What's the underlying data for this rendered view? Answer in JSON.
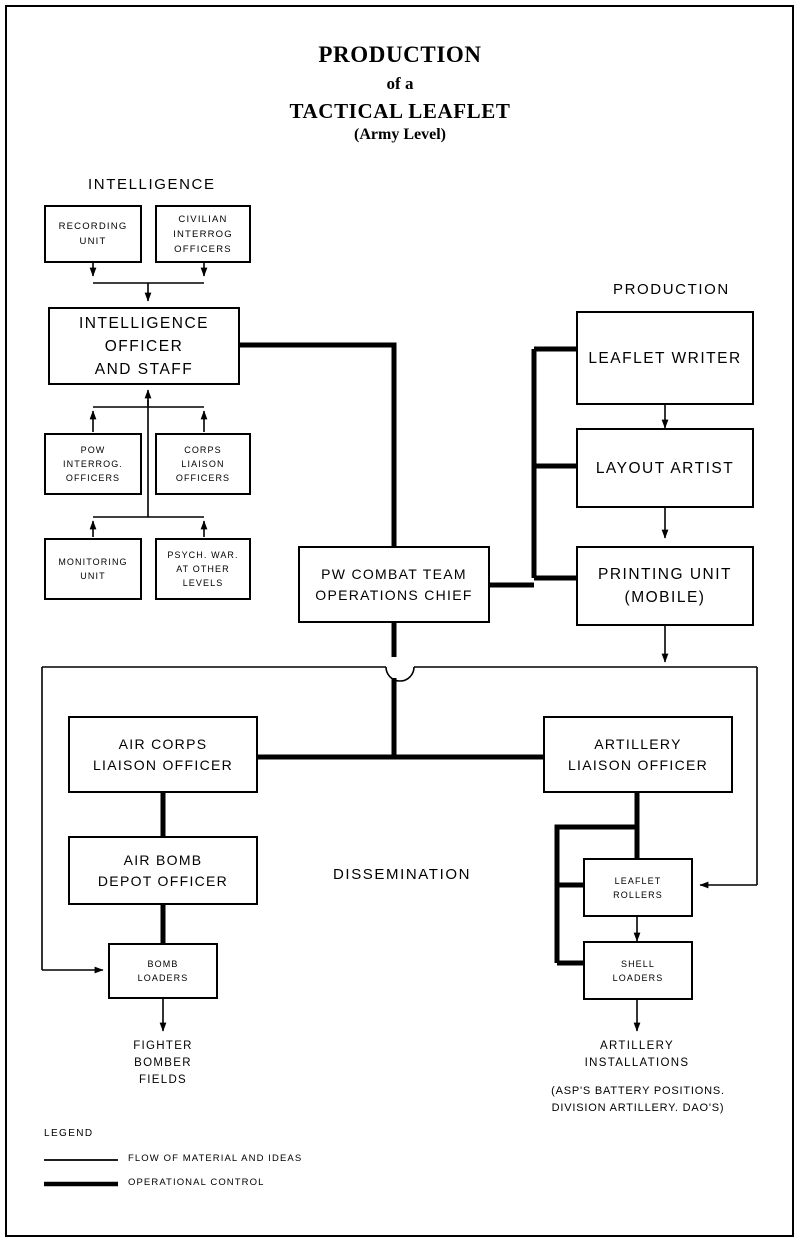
{
  "title": {
    "line1": "PRODUCTION",
    "line2": "of a",
    "line3": "TACTICAL LEAFLET",
    "line4": "(Army Level)"
  },
  "sections": {
    "intelligence": "INTELLIGENCE",
    "production": "PRODUCTION",
    "dissemination": "DISSEMINATION"
  },
  "nodes": {
    "recording_unit": {
      "l1": "RECORDING",
      "l2": "UNIT"
    },
    "civilian_interrog": {
      "l1": "CIVILIAN",
      "l2": "INTERROG",
      "l3": "OFFICERS"
    },
    "intel_officer": {
      "l1": "INTELLIGENCE",
      "l2": "OFFICER",
      "l3": "AND STAFF"
    },
    "pow_interrog": {
      "l1": "POW",
      "l2": "INTERROG.",
      "l3": "OFFICERS"
    },
    "corps_liaison": {
      "l1": "CORPS",
      "l2": "LIAISON",
      "l3": "OFFICERS"
    },
    "monitoring_unit": {
      "l1": "MONITORING",
      "l2": "UNIT"
    },
    "psych_war": {
      "l1": "PSYCH. WAR.",
      "l2": "AT OTHER",
      "l3": "LEVELS"
    },
    "leaflet_writer": {
      "l1": "LEAFLET WRITER"
    },
    "layout_artist": {
      "l1": "LAYOUT ARTIST"
    },
    "printing_unit": {
      "l1": "PRINTING UNIT",
      "l2": "(MOBILE)"
    },
    "pw_combat_team": {
      "l1": "PW COMBAT TEAM",
      "l2": "OPERATIONS CHIEF"
    },
    "air_corps_liaison": {
      "l1": "AIR CORPS",
      "l2": "LIAISON OFFICER"
    },
    "air_bomb_depot": {
      "l1": "AIR BOMB",
      "l2": "DEPOT OFFICER"
    },
    "bomb_loaders": {
      "l1": "BOMB",
      "l2": "LOADERS"
    },
    "artillery_liaison": {
      "l1": "ARTILLERY",
      "l2": "LIAISON OFFICER"
    },
    "leaflet_rollers": {
      "l1": "LEAFLET",
      "l2": "ROLLERS"
    },
    "shell_loaders": {
      "l1": "SHELL",
      "l2": "LOADERS"
    }
  },
  "terminals": {
    "fighter_fields": {
      "l1": "FIGHTER",
      "l2": "BOMBER",
      "l3": "FIELDS"
    },
    "artillery_installations": {
      "l1": "ARTILLERY",
      "l2": "INSTALLATIONS"
    },
    "artillery_note": {
      "l1": "(ASP'S BATTERY POSITIONS.",
      "l2": "DIVISION ARTILLERY. DAO'S)"
    }
  },
  "legend": {
    "title": "LEGEND",
    "thin_label": "FLOW OF MATERIAL AND IDEAS",
    "thick_label": "OPERATIONAL CONTROL"
  },
  "colors": {
    "ink": "#000000",
    "paper": "#ffffff"
  }
}
